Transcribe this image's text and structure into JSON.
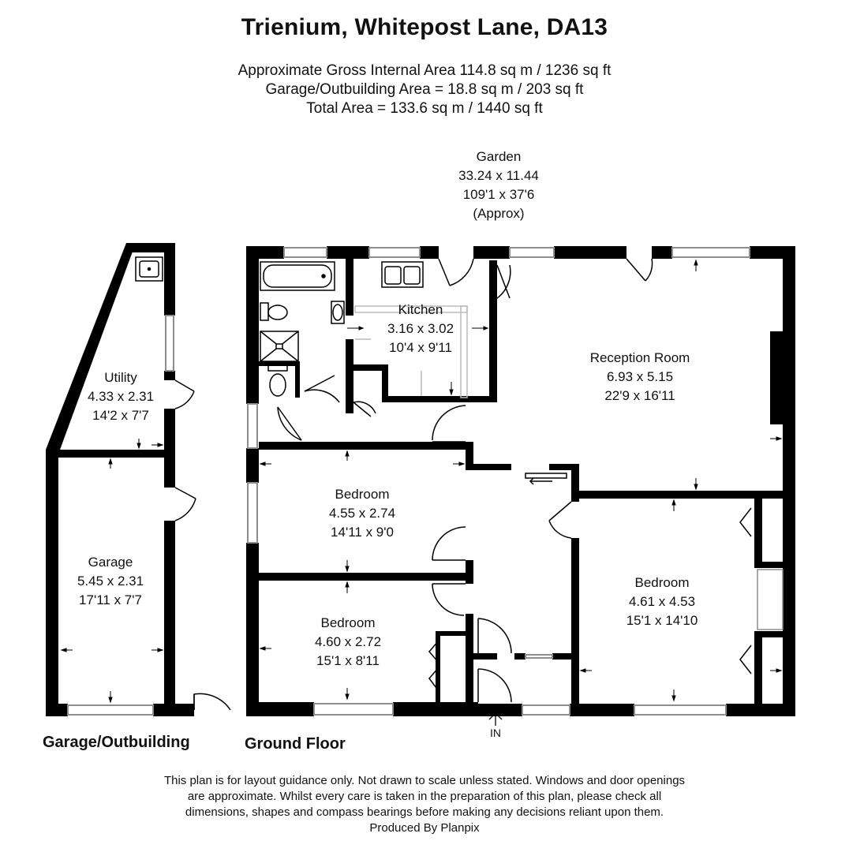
{
  "title": "Trienium, Whitepost Lane, DA13",
  "areas": [
    "Approximate Gross Internal Area 114.8 sq m / 1236 sq ft",
    "Garage/Outbuilding Area = 18.8 sq m / 203 sq ft",
    "Total Area = 133.6 sq m / 1440 sq ft"
  ],
  "garden": {
    "name": "Garden",
    "metric": "33.24 x 11.44",
    "imperial": "109'1 x 37'6",
    "note": "(Approx)"
  },
  "rooms": {
    "kitchen": {
      "name": "Kitchen",
      "metric": "3.16 x 3.02",
      "imperial": "10'4 x 9'11"
    },
    "reception": {
      "name": "Reception Room",
      "metric": "6.93 x 5.15",
      "imperial": "22'9 x 16'11"
    },
    "utility": {
      "name": "Utility",
      "metric": "4.33 x 2.31",
      "imperial": "14'2 x 7'7"
    },
    "bedroom1": {
      "name": "Bedroom",
      "metric": "4.55 x 2.74",
      "imperial": "14'11 x 9'0"
    },
    "bedroom2": {
      "name": "Bedroom",
      "metric": "4.60 x 2.72",
      "imperial": "15'1 x 8'11"
    },
    "bedroom3": {
      "name": "Bedroom",
      "metric": "4.61 x 4.53",
      "imperial": "15'1 x 14'10"
    },
    "garage": {
      "name": "Garage",
      "metric": "5.45 x 2.31",
      "imperial": "17'11 x 7'7"
    }
  },
  "entrance_label": "IN",
  "floor_labels": {
    "outbuilding": "Garage/Outbuilding",
    "ground": "Ground Floor"
  },
  "disclaimer": [
    "This plan is for layout guidance only. Not drawn to scale unless stated. Windows and door openings",
    "are approximate. Whilst every care is taken in the preparation of this plan, please check all",
    "dimensions, shapes and compass bearings before making any decisions reliant upon them.",
    "Produced By Planpix"
  ],
  "colors": {
    "wall": "#000000",
    "window": "#9a9a9a",
    "text": "#111111"
  }
}
